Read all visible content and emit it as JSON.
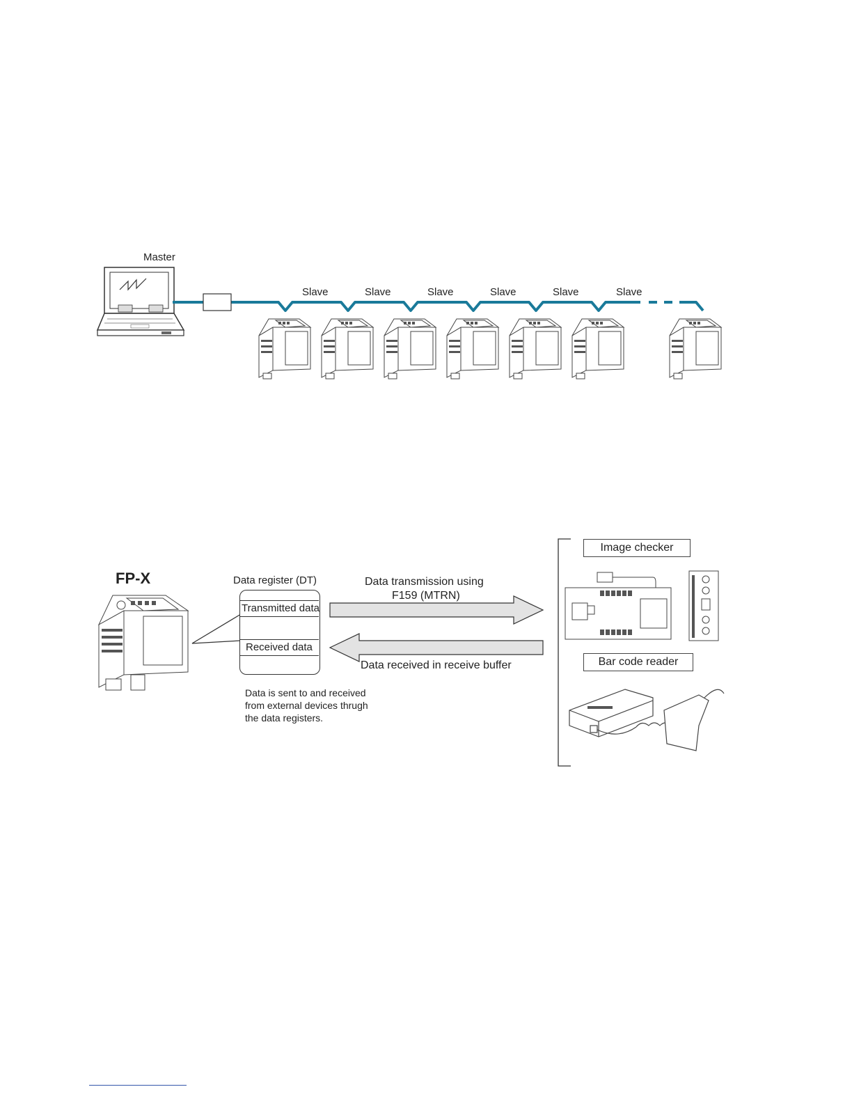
{
  "network": {
    "master_label": "Master",
    "slave_labels": [
      "Slave",
      "Slave",
      "Slave",
      "Slave",
      "Slave",
      "Slave"
    ],
    "line_color": "#1a7a9a"
  },
  "comm": {
    "device_title": "FP-X",
    "register_title": "Data register (DT)",
    "transmitted_label": "Transmitted data",
    "received_label": "Received data",
    "tx_arrow_line1": "Data transmission using",
    "tx_arrow_line2": "F159 (MTRN)",
    "rx_arrow_label": "Data received in receive buffer",
    "note_line1": "Data is sent to and received",
    "note_line2": "from external devices thrugh",
    "note_line3": "the data registers.",
    "image_checker_label": "Image checker",
    "barcode_label": "Bar code reader"
  }
}
